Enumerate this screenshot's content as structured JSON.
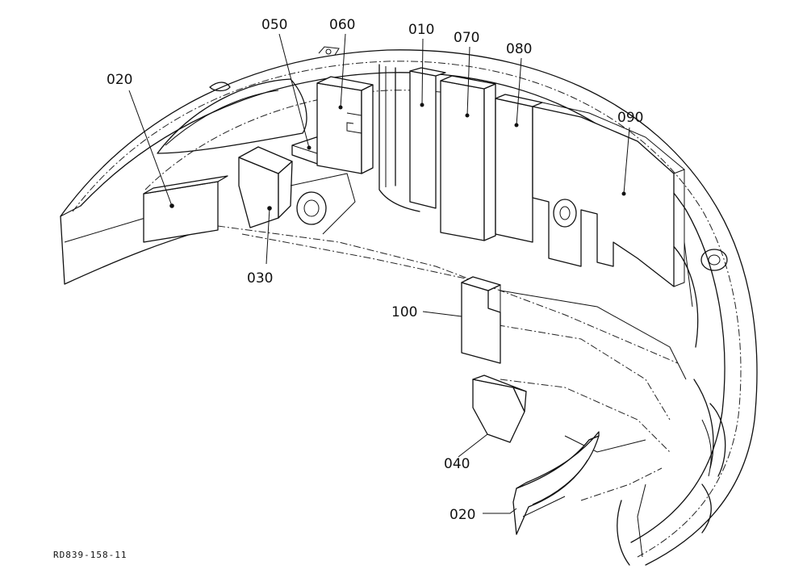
{
  "diagram": {
    "callouts": [
      {
        "id": "callout-010",
        "label": "010"
      },
      {
        "id": "callout-020-left",
        "label": "020"
      },
      {
        "id": "callout-020-bottom",
        "label": "020"
      },
      {
        "id": "callout-030",
        "label": "030"
      },
      {
        "id": "callout-040",
        "label": "040"
      },
      {
        "id": "callout-050",
        "label": "050"
      },
      {
        "id": "callout-060",
        "label": "060"
      },
      {
        "id": "callout-070",
        "label": "070"
      },
      {
        "id": "callout-080",
        "label": "080"
      },
      {
        "id": "callout-090",
        "label": "090"
      },
      {
        "id": "callout-100",
        "label": "100"
      }
    ],
    "drawing_number": "RD839-158-11"
  }
}
